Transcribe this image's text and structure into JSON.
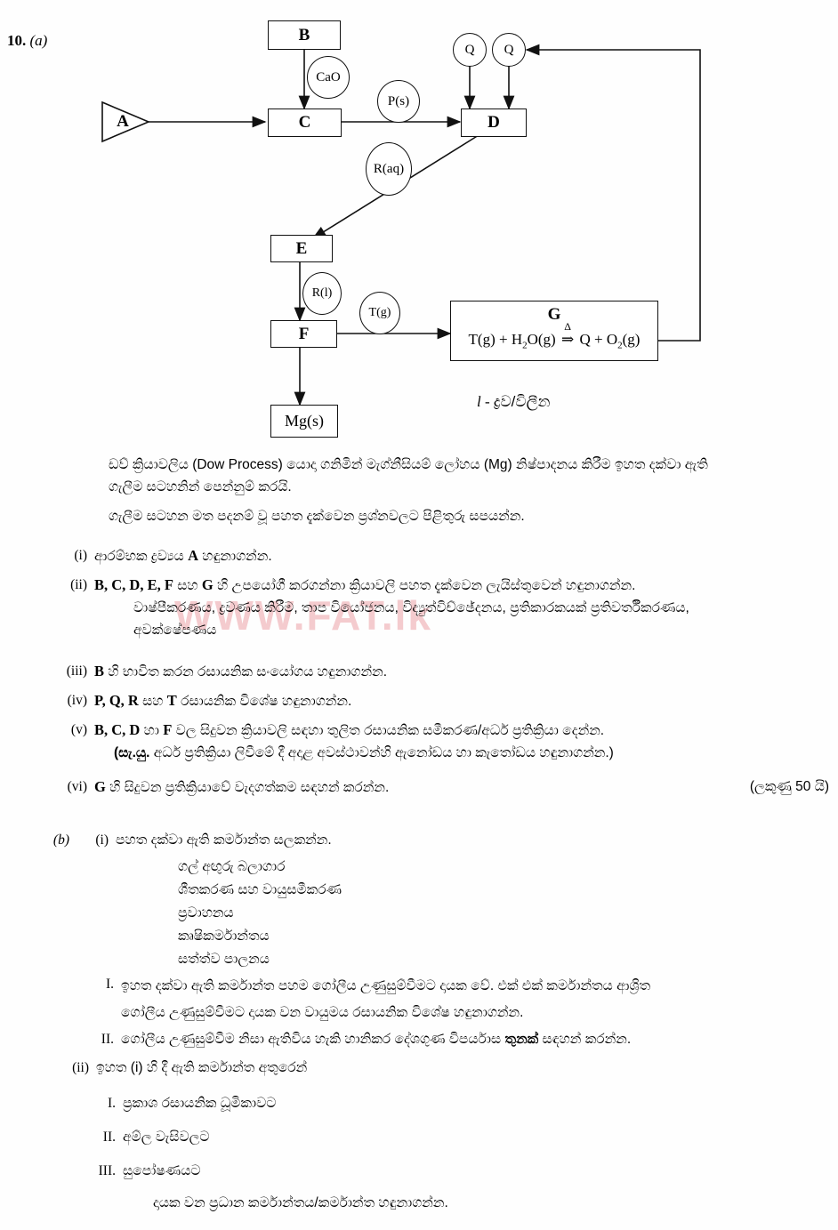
{
  "question": {
    "number": "10.",
    "part_a_label": "(a)",
    "part_b_label": "(b)"
  },
  "diagram": {
    "nodes": {
      "a": "A",
      "b": "B",
      "c": "C",
      "d": "D",
      "e": "E",
      "f": "F",
      "g": "G",
      "mg": "Mg(s)"
    },
    "reagents": {
      "cao": "CaO",
      "p_s": "P(s)",
      "q1": "Q",
      "q2": "Q",
      "r_aq": "R(aq)",
      "r_l": "R(l)",
      "t_g": "T(g)"
    },
    "g_equation": {
      "left": "T(g) + H",
      "left_sub": "2",
      "left_rest": "O(g)",
      "arrow_condition": "Δ",
      "right": "Q + O",
      "right_sub": "2",
      "right_rest": "(g)"
    },
    "legend": {
      "symbol": "l",
      "dash": "-",
      "text": "ද්‍රව/විලීන"
    }
  },
  "part_a": {
    "intro_line1": "ඩව් ක්‍රියාවලිය (Dow Process) යොදා ගනිමින් මැග්නීසියම් ලෝහය (Mg) නිෂ්පාදනය කිරීම ඉහත දක්වා ඇති",
    "intro_line2": "ගැලීම සටහනින් පෙන්නුම් කරයි.",
    "instruction": "ගැලීම සටහන මත පදනම් වූ පහත දැක්වෙන ප්‍රශ්නවලට පිළිතුරු සපයන්න.",
    "items": [
      {
        "marker": "(i)",
        "pre": "ආරම්භක ද්‍රව්‍යය ",
        "sym": "A",
        "post": " හඳුනාගන්න."
      },
      {
        "marker": "(ii)",
        "sym": "B, C, D, E, F",
        "mid": " සහ ",
        "sym2": "G",
        "post": " හි උපයෝගී කරගන්නා ක්‍රියාවලි පහත දැක්වෙන ලැයිස්තුවෙන් හඳුනාගන්න.",
        "sub_line1": "වාෂ්පීකරණය, ද්‍රවණය කිරීම, තාප වියෝජනය, විද්‍යුත්විච්ඡේදනය, ප්‍රතිකාරකයක් ප්‍රතිවර්තීකරණය,",
        "sub_line2": "අවක්ෂේපණය"
      },
      {
        "marker": "(iii)",
        "sym": "B",
        "post": " හි භාවිත කරන රසායනික සංයෝගය හඳුනාගන්න."
      },
      {
        "marker": "(iv)",
        "sym": "P, Q, R",
        "mid": " සහ ",
        "sym2": "T",
        "post": " රසායනික විශේෂ හඳුනාගන්න."
      },
      {
        "marker": "(v)",
        "sym": "B, C, D",
        "mid": " හා ",
        "sym2": "F",
        "post": " වල සිදුවන ක්‍රියාවලි සඳහා තුලිත රසායනික සමීකරණ/අර්ධ ප්‍රතික්‍රියා දෙන්න.",
        "note_bold": "(සැ.යු.",
        "note": " අර්ධ ප්‍රතික්‍රියා ලිවීමේ දී අදාළ අවස්ථාවන්හි ඇනෝඩය හා කැතෝඩය හඳුනාගන්න.)"
      },
      {
        "marker": "(vi)",
        "sym": "G",
        "post": " හි සිදුවන ප්‍රතික්‍රියාවේ වැදගත්කම සඳහන් කරන්න."
      }
    ],
    "marks": "(ලකුණු 50 යි)"
  },
  "part_b": {
    "i_marker": "(i)",
    "i_text": "පහත දක්වා ඇති කර්මාන්ත සලකන්න.",
    "industries": [
      "ගල් අඟුරු බලාගාර",
      "ශීතකරණ සහ වායුසමීකරණ",
      "ප්‍රවාහනය",
      "කෘෂිකර්මාන්තය",
      "සත්ත්ව පාලනය"
    ],
    "roman_items": [
      {
        "marker": "I.",
        "line1": "ඉහත දක්වා ඇති කර්මාන්ත පහම ගෝලීය උණුසුම්වීමට දායක වේ. එක් එක් කර්මාන්තය ආශ්‍රිත",
        "line2": "ගෝලීය උණුසුම්වීමට දායක වන වායුමය රසායනික විශේෂ හඳුනාගන්න."
      },
      {
        "marker": "II.",
        "pre": "ගෝලීය උණුසුම්වීම නිසා ඇතිවිය හැකි හානිකර දේශගුණ විපර්යාස ",
        "bold": "තුනක්",
        "post": " සඳහන් කරන්න."
      }
    ],
    "ii_marker": "(ii)",
    "ii_text": "ඉහත (i) හි දී ඇති කර්මාන්ත අතුරෙන්",
    "ii_subitems": [
      {
        "marker": "I.",
        "text": "ප්‍රකාශ රසායනික ධූමිකාවට"
      },
      {
        "marker": "II.",
        "text": "අම්ල වැසිවලට"
      },
      {
        "marker": "III.",
        "text": "සුපෝෂණයට"
      }
    ],
    "ii_closing": "දායක වන ප්‍රධාන කර්මාන්තය/කර්මාන්ත හඳුනාගන්න."
  },
  "watermark": "WWW.FAT.lk"
}
